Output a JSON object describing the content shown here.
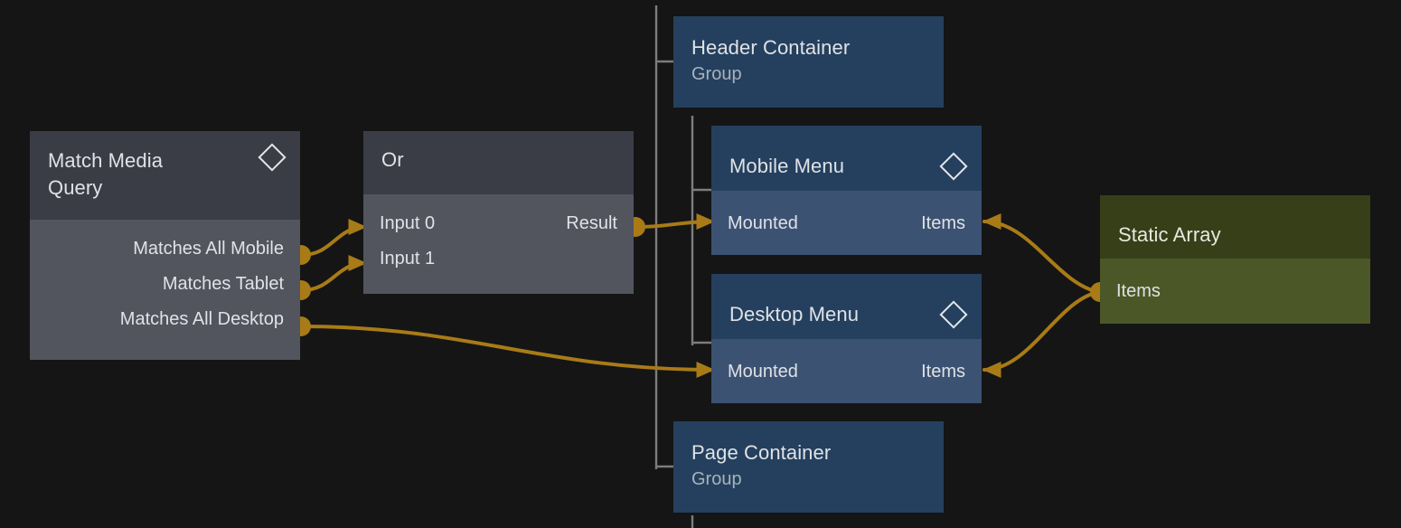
{
  "graph": {
    "background_color": "#151515",
    "wire_color": "#a87b17",
    "tree_line_color": "#7d7d7d",
    "nodes": {
      "match_media_query": {
        "title": "Match Media\nQuery",
        "badge_icon": "diamond-icon",
        "header_color": "#3a3d46",
        "body_color": "#52555e",
        "outputs": [
          {
            "label": "Matches All Mobile"
          },
          {
            "label": "Matches Tablet"
          },
          {
            "label": "Matches All Desktop"
          }
        ]
      },
      "or": {
        "title": "Or",
        "header_color": "#3a3d46",
        "body_color": "#52555e",
        "inputs": [
          {
            "label": "Input 0"
          },
          {
            "label": "Input 1"
          }
        ],
        "outputs": [
          {
            "label": "Result"
          }
        ]
      },
      "header_container": {
        "title": "Header Container",
        "subtitle": "Group",
        "color": "#24405e"
      },
      "mobile_menu": {
        "title": "Mobile Menu",
        "badge_icon": "diamond-icon",
        "header_color": "#24405e",
        "body_color": "#3c5273",
        "input_label": "Mounted",
        "output_label": "Items"
      },
      "desktop_menu": {
        "title": "Desktop Menu",
        "badge_icon": "diamond-icon",
        "header_color": "#24405e",
        "body_color": "#3c5273",
        "input_label": "Mounted",
        "output_label": "Items"
      },
      "page_container": {
        "title": "Page Container",
        "subtitle": "Group",
        "color": "#24405e"
      },
      "static_array": {
        "title": "Static Array",
        "header_color": "#363f18",
        "body_color": "#4c5727",
        "output_label": "Items"
      }
    },
    "connections": [
      {
        "name": "matches-all-mobile-to-or-input-0",
        "from": "match_media_query.Matches All Mobile",
        "to": "or.Input 0"
      },
      {
        "name": "matches-tablet-to-or-input-1",
        "from": "match_media_query.Matches Tablet",
        "to": "or.Input 1"
      },
      {
        "name": "or-result-to-mobile-menu-mounted",
        "from": "or.Result",
        "to": "mobile_menu.Mounted"
      },
      {
        "name": "matches-all-desktop-to-desktop-menu-mounted",
        "from": "match_media_query.Matches All Desktop",
        "to": "desktop_menu.Mounted"
      },
      {
        "name": "static-array-items-to-mobile-menu-items",
        "from": "static_array.Items",
        "to": "mobile_menu.Items"
      },
      {
        "name": "static-array-items-to-desktop-menu-items",
        "from": "static_array.Items",
        "to": "desktop_menu.Items"
      }
    ]
  }
}
